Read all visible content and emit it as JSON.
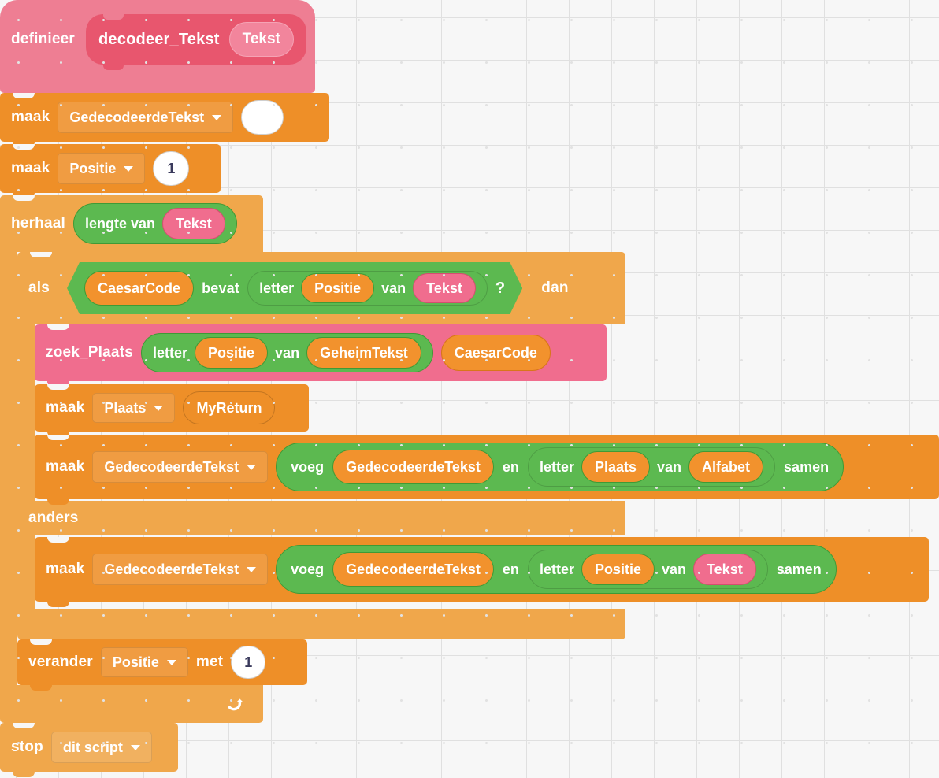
{
  "editor": {
    "background_color": "#F7F7F7",
    "grid_dot_color": "#E2E2E2"
  },
  "palette": {
    "data_orange": "#EE8F28",
    "control_orange": "#F0A74B",
    "operator_green": "#5CB950",
    "custom_pink": "#F06D8E",
    "define_pink": "#EE7E93",
    "variable_orange": "#F2922D"
  },
  "script": {
    "define": {
      "keyword": "definieer",
      "proc_name": "decodeer_Tekst",
      "param": "Tekst"
    },
    "set_decoded": {
      "keyword": "maak",
      "variable": "GedecodeerdeTekst",
      "value": ""
    },
    "set_positie": {
      "keyword": "maak",
      "variable": "Positie",
      "value": "1"
    },
    "repeat": {
      "keyword": "herhaal",
      "count_op": "lengte van",
      "count_arg": "Tekst"
    },
    "if_else": {
      "if_keyword": "als",
      "then_keyword": "dan",
      "else_keyword": "anders",
      "condition": {
        "left": "CaesarCode",
        "operator": "bevat",
        "right": {
          "letter_word": "letter",
          "index": "Positie",
          "van_word": "van",
          "source": "Tekst"
        },
        "question_mark": "?"
      }
    },
    "call_zoek_plaats": {
      "proc_name": "zoek_Plaats",
      "arg1": {
        "letter_word": "letter",
        "index": "Positie",
        "van_word": "van",
        "source": "GeheimTekst"
      },
      "arg2": "CaesarCode"
    },
    "set_plaats": {
      "keyword": "maak",
      "variable": "Plaats",
      "value": "MyReturn"
    },
    "set_decoded_then": {
      "keyword": "maak",
      "variable": "GedecodeerdeTekst",
      "join_word": "voeg",
      "first": "GedecodeerdeTekst",
      "en_word": "en",
      "letter_word": "letter",
      "index": "Plaats",
      "van_word": "van",
      "source": "Alfabet",
      "samen_word": "samen"
    },
    "set_decoded_else": {
      "keyword": "maak",
      "variable": "GedecodeerdeTekst",
      "join_word": "voeg",
      "first": "GedecodeerdeTekst",
      "en_word": "en",
      "letter_word": "letter",
      "index": "Positie",
      "van_word": "van",
      "source": "Tekst",
      "samen_word": "samen"
    },
    "change_positie": {
      "keyword": "verander",
      "variable": "Positie",
      "met_word": "met",
      "value": "1"
    },
    "stop": {
      "keyword": "stop",
      "option": "dit script"
    }
  }
}
